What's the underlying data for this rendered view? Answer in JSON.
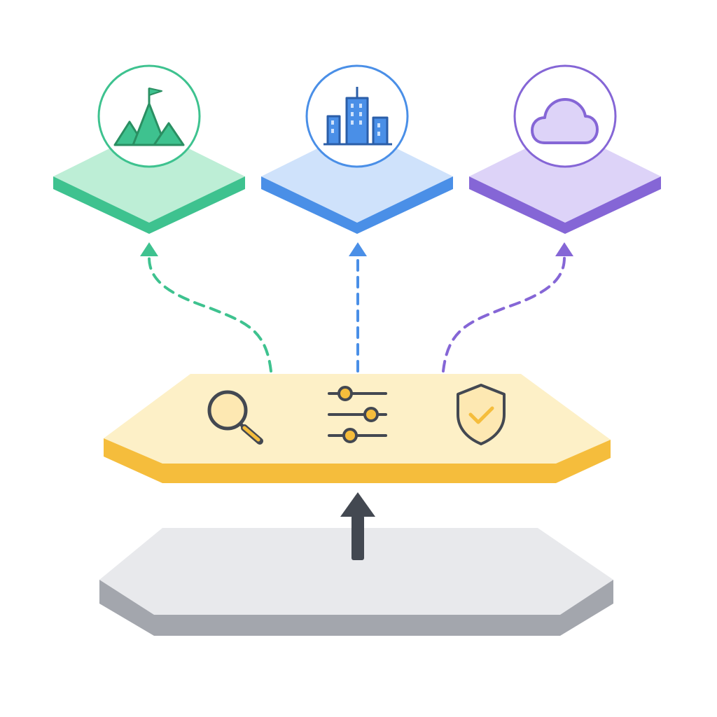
{
  "colors": {
    "background": "#ffffff",
    "green": "#3ec28f",
    "green_light": "#bdeed6",
    "blue": "#4a8fe7",
    "blue_light": "#cfe2fb",
    "purple": "#8566d6",
    "purple_light": "#ddd3f8",
    "yellow": "#f5bd3c",
    "yellow_light": "#fdf0c7",
    "gray_top": "#e8e9ec",
    "gray_side": "#a3a6ad",
    "icon_dark": "#434851"
  },
  "layers": {
    "base": {
      "name": "base-platform"
    },
    "middle": {
      "name": "middle-platform",
      "icons": [
        "magnifier-icon",
        "sliders-icon",
        "shield-check-icon"
      ]
    },
    "targets": [
      {
        "name": "target-mountain",
        "icon": "mountain-flag-icon",
        "color": "green"
      },
      {
        "name": "target-city",
        "icon": "city-buildings-icon",
        "color": "blue"
      },
      {
        "name": "target-cloud",
        "icon": "cloud-icon",
        "color": "purple"
      }
    ]
  },
  "connectors": {
    "up_arrow": "solid-up-arrow",
    "dashed_arrows": [
      "dashed-arrow-green",
      "dashed-arrow-blue",
      "dashed-arrow-purple"
    ]
  }
}
